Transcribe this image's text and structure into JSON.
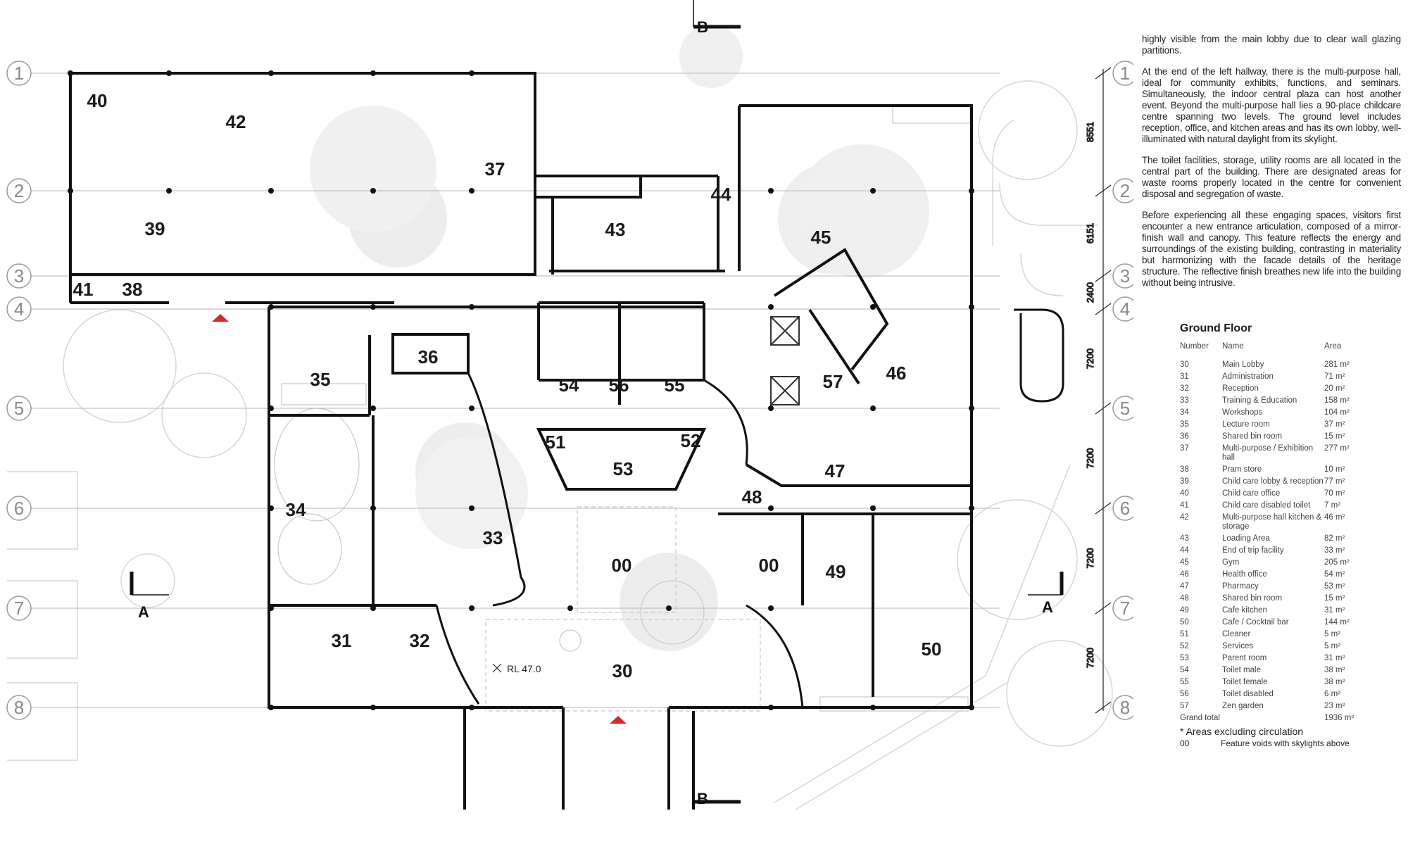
{
  "rooms": [
    {
      "num": "40"
    },
    {
      "num": "42"
    },
    {
      "num": "37"
    },
    {
      "num": "39"
    },
    {
      "num": "41"
    },
    {
      "num": "38"
    },
    {
      "num": "43"
    },
    {
      "num": "44"
    },
    {
      "num": "45"
    },
    {
      "num": "46"
    },
    {
      "num": "57"
    },
    {
      "num": "47"
    },
    {
      "num": "48"
    },
    {
      "num": "00"
    },
    {
      "num": "49"
    },
    {
      "num": "50"
    },
    {
      "num": "35"
    },
    {
      "num": "36"
    },
    {
      "num": "34"
    },
    {
      "num": "33"
    },
    {
      "num": "54"
    },
    {
      "num": "56"
    },
    {
      "num": "55"
    },
    {
      "num": "51"
    },
    {
      "num": "52"
    },
    {
      "num": "53"
    },
    {
      "num": "00"
    },
    {
      "num": "31"
    },
    {
      "num": "32"
    },
    {
      "num": "30"
    }
  ],
  "grid_left": [
    "1",
    "2",
    "3",
    "4",
    "5",
    "6",
    "7",
    "8"
  ],
  "grid_right": [
    "1",
    "2",
    "3",
    "4",
    "5",
    "6",
    "7",
    "8"
  ],
  "dimensions": [
    "8551",
    "6151",
    "2400",
    "7200",
    "7200",
    "7200",
    "7200"
  ],
  "section_marks": {
    "a_left": "A",
    "a_right": "A",
    "b_top": "B",
    "b_bottom": "B"
  },
  "level_label": "RL 47.0",
  "description": [
    "highly visible from the main lobby due to clear wall glazing partitions.",
    "At the end of the left hallway, there is the multi-purpose hall, ideal for community exhibits, functions, and seminars. Simultaneously, the indoor central plaza can host another event. Beyond the multi-purpose hall lies a 90-place childcare centre spanning two levels. The ground level includes reception, office, and kitchen areas and has its own lobby, well-illuminated with natural daylight from its skylight.",
    "The toilet facilities, storage, utility rooms are all located in the central part of the building. There are designated areas for waste rooms properly located in the centre for convenient disposal and segregation of waste.",
    "Before experiencing all these engaging spaces, visitors first encounter a new entrance articulation, composed of a mirror-finish wall and canopy. This feature reflects the energy and surroundings of the existing building, contrasting in materiality but harmonizing with the facade details of the heritage structure. The reflective finish breathes new life into the building without being intrusive."
  ],
  "legend": {
    "title": "Ground Floor",
    "headers": [
      "Number",
      "Name",
      "Area"
    ],
    "rows": [
      [
        "30",
        "Main Lobby",
        "281 m²"
      ],
      [
        "31",
        "Administration",
        "71 m²"
      ],
      [
        "32",
        "Reception",
        "20 m²"
      ],
      [
        "33",
        "Training & Education",
        "158 m²"
      ],
      [
        "34",
        "Workshops",
        "104 m²"
      ],
      [
        "35",
        "Lecture room",
        "37 m²"
      ],
      [
        "36",
        "Shared bin room",
        "15 m²"
      ],
      [
        "37",
        "Multi-purpose / Exhibition hall",
        "277 m²"
      ],
      [
        "38",
        "Pram store",
        "10 m²"
      ],
      [
        "39",
        "Child care lobby & reception",
        "77 m²"
      ],
      [
        "40",
        "Child care office",
        "70 m²"
      ],
      [
        "41",
        "Child care disabled toilet",
        "7 m²"
      ],
      [
        "42",
        "Multi-purpose hall kitchen & storage",
        "46 m²"
      ],
      [
        "43",
        "Loading Area",
        "82 m²"
      ],
      [
        "44",
        "End of trip facility",
        "33 m²"
      ],
      [
        "45",
        "Gym",
        "205 m²"
      ],
      [
        "46",
        "Health office",
        "54 m²"
      ],
      [
        "47",
        "Pharmacy",
        "53 m²"
      ],
      [
        "48",
        "Shared bin room",
        "15 m²"
      ],
      [
        "49",
        "Cafe kitchen",
        "31 m²"
      ],
      [
        "50",
        "Cafe / Cocktail bar",
        "144 m²"
      ],
      [
        "51",
        "Cleaner",
        "5 m²"
      ],
      [
        "52",
        "Services",
        "5 m²"
      ],
      [
        "53",
        "Parent room",
        "31 m²"
      ],
      [
        "54",
        "Toilet male",
        "38 m²"
      ],
      [
        "55",
        "Toilet female",
        "38 m²"
      ],
      [
        "56",
        "Toilet disabled",
        "6 m²"
      ],
      [
        "57",
        "Zen garden",
        "23 m²"
      ]
    ],
    "total_label": "Grand total",
    "total_area": "1936 m²",
    "note": "* Areas excluding circulation",
    "void_num": "00",
    "void_desc": "Feature voids with skylights above"
  }
}
